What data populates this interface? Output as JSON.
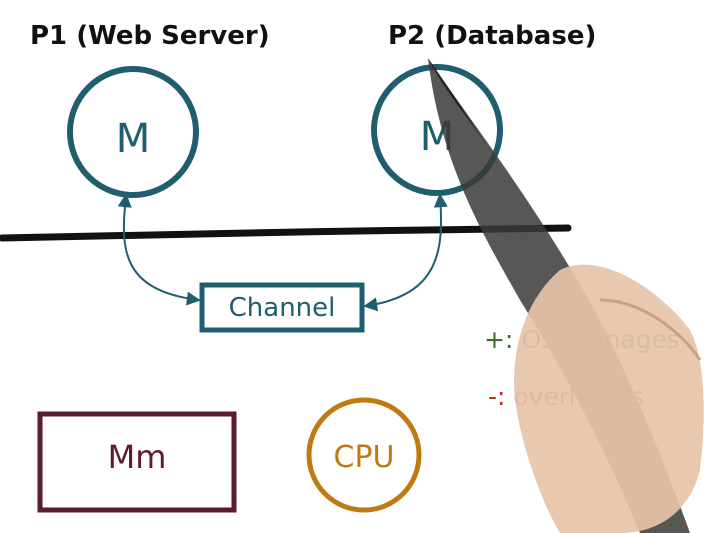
{
  "processes": [
    {
      "heading": "P1 (Web Server)",
      "memory_label": "M"
    },
    {
      "heading": "P2 (Database)",
      "memory_label": "M"
    }
  ],
  "channel": {
    "label": "Channel"
  },
  "notes": {
    "pro": "+: OS manages",
    "con": "-: overheads"
  },
  "hardware": {
    "memory": "Mm",
    "cpu": "CPU"
  },
  "colors": {
    "process": "#1f5e6e",
    "channel": "#1f5e6e",
    "divider": "#111111",
    "memory": "#5e1a2e",
    "cpu": "#c07a12",
    "pro": "#3d6b2a",
    "con": "#c0312a"
  }
}
